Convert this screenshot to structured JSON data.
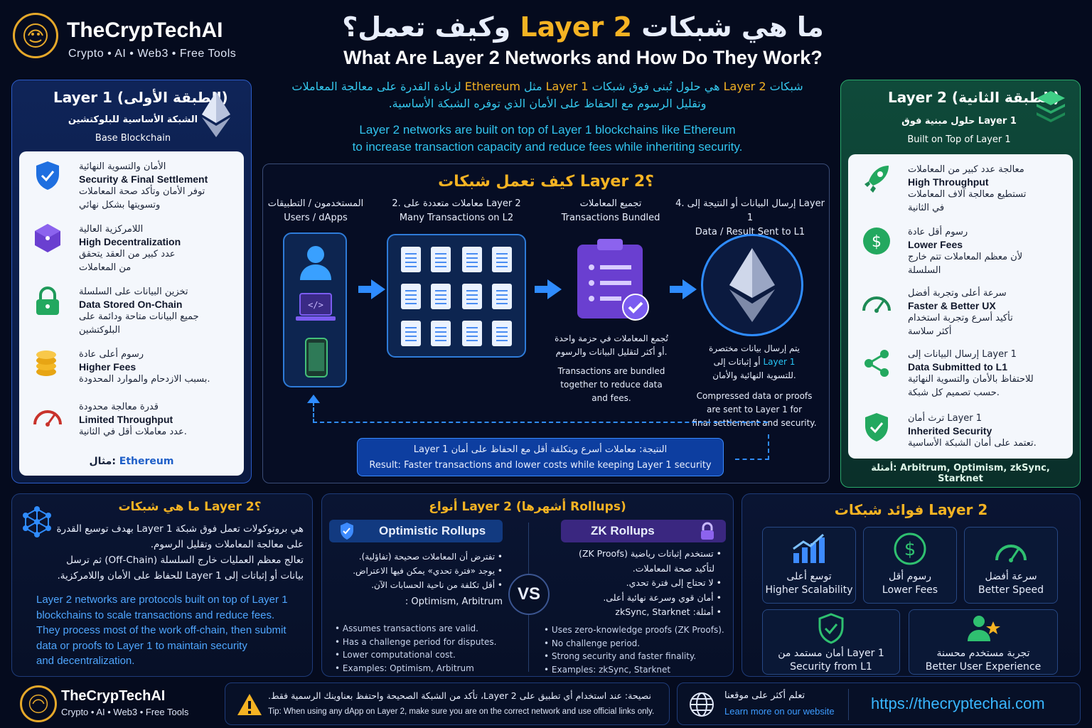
{
  "header": {
    "brand": "TheCrypTechAI",
    "tagline": "Crypto • AI • Web3 • Free Tools",
    "title_ar_1": "ما هي شبكات ",
    "title_ar_hl": "Layer 2",
    "title_ar_2": " وكيف تعمل؟",
    "title_en": "What Are Layer 2 Networks and How Do They Work?",
    "intro_ar_line1_a": "شبكات ",
    "intro_ar_line1_b": "Layer 2",
    "intro_ar_line1_c": " هي حلول تُبنى فوق شبكات ",
    "intro_ar_line1_d": "Layer 1",
    "intro_ar_line1_e": " مثل ",
    "intro_ar_line1_f": "Ethereum",
    "intro_ar_line1_g": " لزيادة القدرة على معالجة المعاملات",
    "intro_ar_line2": "وتقليل الرسوم مع الحفاظ على الأمان الذي توفره الشبكة الأساسية.",
    "intro_en_1": "Layer 2 networks are built on top of Layer 1 blockchains like Ethereum",
    "intro_en_2": "to increase transaction capacity and reduce fees while inheriting security."
  },
  "layer1": {
    "title": "Layer 1 (الطبقة الأولى)",
    "sub_ar": "الشبكة الأساسية للبلوكتشين",
    "sub_en": "Base Blockchain",
    "items": [
      {
        "ar": "الأمان والتسوية النهائية",
        "en": "Security & Final Settlement",
        "d1": "توفر الأمان وتأكد صحة المعاملات",
        "d2": "وتسويتها بشكل نهائي"
      },
      {
        "ar": "اللامركزية العالية",
        "en": "High Decentralization",
        "d1": "عدد كبير من العقد يتحقق",
        "d2": "من المعاملات"
      },
      {
        "ar": "تخزين البيانات على السلسلة",
        "en": "Data Stored On-Chain",
        "d1": "جميع البيانات متاحة ودائمة على",
        "d2": "البلوكتشين"
      },
      {
        "ar": "رسوم أعلى عادة",
        "en": "Higher Fees",
        "d1": "بسبب الازدحام والموارد المحدودة.",
        "d2": ""
      },
      {
        "ar": "قدرة معالجة محدودة",
        "en": "Limited Throughput",
        "d1": "عدد معاملات أقل في الثانية.",
        "d2": ""
      }
    ],
    "example_label": "مثال: ",
    "example_value": "Ethereum"
  },
  "layer2": {
    "title": "Layer 2 (الطبقة الثانية)",
    "sub_ar": "حلول مبنية فوق Layer 1",
    "sub_en": "Built on Top of Layer 1",
    "items": [
      {
        "ar": "معالجة عدد كبير من المعاملات",
        "en": "High Throughput",
        "d1": "تستطيع معالجة آلاف المعاملات",
        "d2": "في الثانية"
      },
      {
        "ar": "رسوم أقل عادة",
        "en": "Lower Fees",
        "d1": "لأن معظم المعاملات تتم خارج",
        "d2": "السلسلة"
      },
      {
        "ar": "سرعة أعلى وتجربة أفضل",
        "en": "Faster & Better UX",
        "d1": "تأكيد أسرع وتجربة استخدام",
        "d2": "أكثر سلاسة"
      },
      {
        "ar": "إرسال البيانات إلى Layer 1",
        "en": "Data Submitted to L1",
        "d1": "للاحتفاظ بالأمان والتسوية النهائية",
        "d2": "حسب تصميم كل شبكة."
      },
      {
        "ar": "ترث أمان Layer 1",
        "en": "Inherited Security",
        "d1": "تعتمد على أمان الشبكة الأساسية.",
        "d2": ""
      }
    ],
    "examples": "أمثلة: Arbitrum, Optimism, zkSync, Starknet"
  },
  "how": {
    "title": "كيف تعمل شبكات Layer 2؟",
    "steps": [
      {
        "ar": "المستخدمون / التطبيقات",
        "en": "Users / dApps"
      },
      {
        "ar": "2. معاملات متعددة على Layer 2",
        "en": "Many Transactions on L2"
      },
      {
        "ar": "تجميع المعاملات",
        "en": "Transactions Bundled"
      },
      {
        "ar": "4. إرسال البيانات أو النتيجة إلى Layer 1",
        "en": "Data / Result Sent to L1"
      }
    ],
    "bundle_ar_1": "تُجمع المعاملات في حزمة واحدة",
    "bundle_ar_2": "أو أكثر لتقليل البيانات والرسوم.",
    "bundle_en_1": "Transactions are bundled",
    "bundle_en_2": "together to reduce data",
    "bundle_en_3": "and fees.",
    "send_ar_1": "يتم إرسال بيانات مختصرة",
    "send_ar_2a": "أو إثباتات إلى ",
    "send_ar_2b": "Layer 1",
    "send_ar_3": "للتسوية النهائية والأمان.",
    "send_en_1": "Compressed data or proofs",
    "send_en_2": "are sent to Layer 1 for",
    "send_en_3": "final settlement and security.",
    "result_ar": "النتيجة: معاملات أسرع وبتكلفة أقل مع الحفاظ على أمان Layer 1",
    "result_en": "Result: Faster transactions and lower costs while keeping Layer 1 security"
  },
  "what": {
    "title": "ما هي شبكات Layer 2؟",
    "ar_1": "هي بروتوكولات تعمل فوق شبكة Layer 1 بهدف توسيع القدرة",
    "ar_2": "على معالجة المعاملات وتقليل الرسوم.",
    "ar_3": "تعالج معظم العمليات خارج السلسلة (Off-Chain) ثم ترسل",
    "ar_4": "بيانات أو إثباتات إلى Layer 1 للحفاظ على الأمان واللامركزية.",
    "en_1": "Layer 2 networks are protocols built on top of Layer 1",
    "en_2": "blockchains to scale transactions and reduce fees.",
    "en_3": "They process most of the work off-chain, then submit",
    "en_4": "data or proofs to Layer 1 to maintain security",
    "en_5": "and decentralization."
  },
  "types": {
    "title": "أنواع Layer 2 (أشهرها Rollups)",
    "vs": "VS",
    "optimistic": {
      "name": "Optimistic Rollups",
      "ar": [
        "تفترض أن المعاملات صحيحة (تفاؤلية).",
        "يوجد «فترة تحدي» يمكن فيها الاعتراض.",
        "أقل تكلفة من ناحية الحسابات الآن.",
        "Optimism, Arbitrum :"
      ],
      "en": [
        "Assumes transactions are valid.",
        "Has a challenge period for disputes.",
        "Lower computational cost.",
        "Examples: Optimism, Arbitrum"
      ]
    },
    "zk": {
      "name": "ZK Rollups",
      "ar": [
        "تستخدم إثباتات رياضية (ZK Proofs)",
        "لتأكيد صحة المعاملات.",
        "لا تحتاج إلى فترة تحدي.",
        "أمان قوي وسرعة نهائية أعلى.",
        "أمثلة: zkSync, Starknet"
      ],
      "en": [
        "Uses zero-knowledge proofs (ZK Proofs).",
        "No challenge period.",
        "Strong security and faster finality.",
        "Examples: zkSync, Starknet"
      ]
    }
  },
  "benefits": {
    "title": "فوائد شبكات Layer 2",
    "items": [
      {
        "ar": "توسع أعلى",
        "en": "Higher Scalability"
      },
      {
        "ar": "رسوم أقل",
        "en": "Lower Fees"
      },
      {
        "ar": "سرعة أفضل",
        "en": "Better Speed"
      },
      {
        "ar": "أمان مستمد من Layer 1",
        "en": "Security from L1"
      },
      {
        "ar": "تجربة مستخدم محسنة",
        "en": "Better User Experience"
      }
    ]
  },
  "footer": {
    "brand": "TheCrypTechAI",
    "tagline": "Crypto • AI • Web3 • Free Tools",
    "tip_ar": "نصيحة: عند استخدام أي تطبيق على Layer 2، تأكد من الشبكة الصحيحة واحتفظ بعناوينك الرسمية فقط.",
    "tip_en": "Tip: When using any dApp on Layer 2, make sure you are on the correct network and use official links only.",
    "learn_ar": "تعلم أكثر على موقعنا",
    "learn_en": "Learn more on our website",
    "url": "https://thecryptechai.com"
  },
  "colors": {
    "gold": "#f5b323",
    "cyan": "#27c4f4",
    "blue": "#2f8cff",
    "green": "#2aa96a",
    "purple": "#6a3fd0"
  }
}
